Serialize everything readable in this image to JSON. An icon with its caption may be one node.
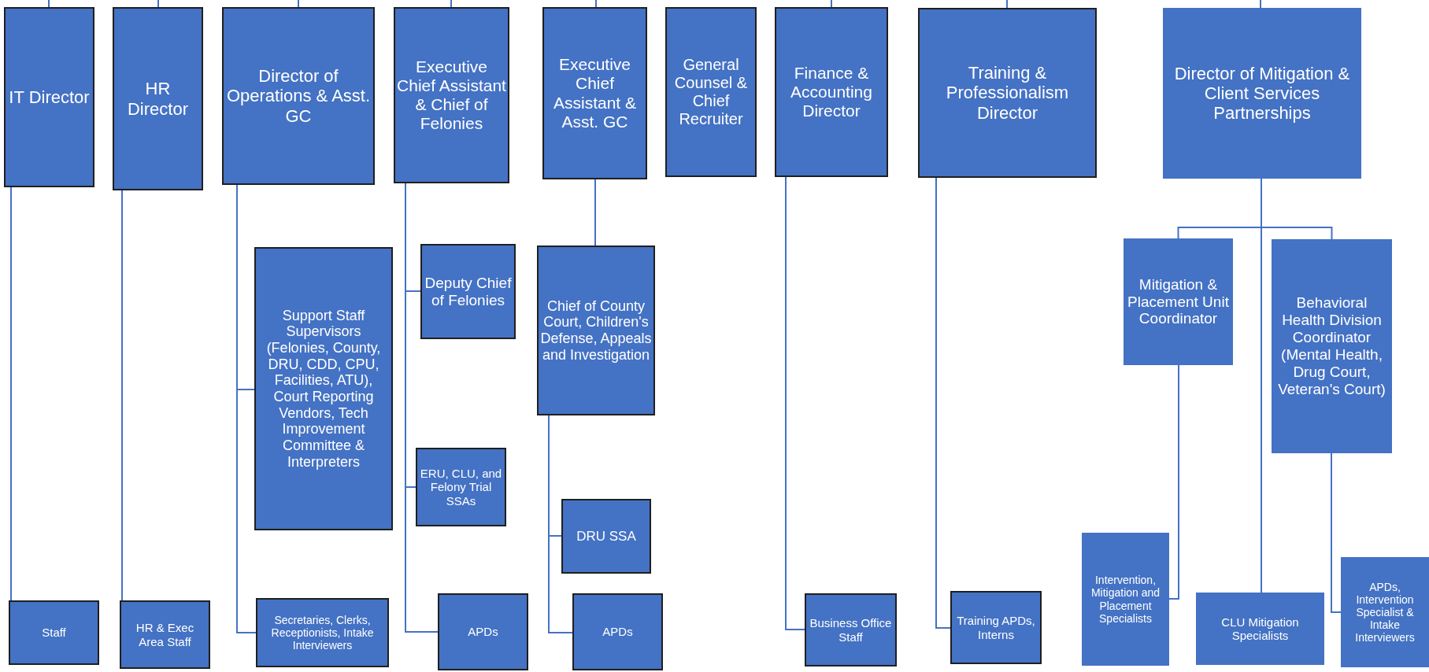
{
  "diagram": {
    "nodes": [
      {
        "text": [
          "IT Director"
        ]
      },
      {
        "text": [
          "HR Director"
        ]
      },
      {
        "text": [
          "Director of Operations & Asst. GC"
        ]
      },
      {
        "text": [
          "Executive Chief Assistant & Chief of Felonies"
        ]
      },
      {
        "text": [
          "Executive Chief Assistant & Asst. GC"
        ]
      },
      {
        "text": [
          "General Counsel & Chief Recruiter"
        ]
      },
      {
        "text": [
          "Finance & Accounting Director"
        ]
      },
      {
        "text": [
          "Training & Professionalism Director"
        ]
      },
      {
        "text": [
          "Director of Mitigation & Client Services Partnerships"
        ]
      },
      {
        "text": [
          "Support Staff Supervisors (Felonies, County, DRU, CDD, CPU, Facilities, ATU), Court Reporting Vendors, Tech Improvement Committee & Interpreters"
        ]
      },
      {
        "text": [
          "Deputy Chief of Felonies"
        ]
      },
      {
        "text": [
          "Chief of County Court, Children's Defense, Appeals and Investigation"
        ]
      },
      {
        "text": [
          "ERU, CLU, and Felony Trial SSAs"
        ]
      },
      {
        "text": [
          "DRU SSA"
        ]
      },
      {
        "text": [
          "Secretaries, Clerks, Receptionists, Intake Interviewers"
        ]
      },
      {
        "text": [
          "APDs"
        ]
      },
      {
        "text": [
          "APDs"
        ]
      },
      {
        "text": [
          "Staff"
        ]
      },
      {
        "text": [
          "HR & Exec Area Staff"
        ]
      },
      {
        "text": [
          "Mitigation & Placement Unit Coordinator"
        ]
      },
      {
        "text": [
          "Behavioral Health Division Coordinator (Mental Health, Drug Court, Veteran's Court)"
        ]
      },
      {
        "text": [
          "Business Office Staff"
        ]
      },
      {
        "text": [
          "Training APDs, Interns"
        ]
      },
      {
        "text": [
          "Intervention, Mitigation and Placement Specialists"
        ]
      },
      {
        "text": [
          "CLU Mitigation Specialists"
        ]
      },
      {
        "text": [
          "APDs, Intervention Specialist & Intake Interviewers"
        ]
      }
    ],
    "edges": [
      {
        "from": null,
        "to": 0,
        "arrow": "none"
      },
      {
        "from": null,
        "to": 1,
        "arrow": "none"
      },
      {
        "from": null,
        "to": 2,
        "arrow": "none"
      },
      {
        "from": null,
        "to": 3,
        "arrow": "none"
      },
      {
        "from": null,
        "to": 4,
        "arrow": "none"
      },
      {
        "from": null,
        "to": 6,
        "arrow": "none"
      },
      {
        "from": null,
        "to": 7,
        "arrow": "none"
      },
      {
        "from": null,
        "to": 8,
        "arrow": "none"
      },
      {
        "from": 0,
        "to": 17,
        "arrow": "none"
      },
      {
        "from": 1,
        "to": 18,
        "arrow": "none"
      },
      {
        "from": 2,
        "to": 9,
        "arrow": "none"
      },
      {
        "from": 2,
        "to": 14,
        "arrow": "none"
      },
      {
        "from": 3,
        "to": 10,
        "arrow": "none"
      },
      {
        "from": 3,
        "to": 12,
        "arrow": "none"
      },
      {
        "from": 3,
        "to": 15,
        "arrow": "none"
      },
      {
        "from": 4,
        "to": 11,
        "arrow": "none"
      },
      {
        "from": 11,
        "to": 13,
        "arrow": "none"
      },
      {
        "from": 11,
        "to": 16,
        "arrow": "none"
      },
      {
        "from": 6,
        "to": 21,
        "arrow": "none"
      },
      {
        "from": 7,
        "to": 22,
        "arrow": "none"
      },
      {
        "from": 8,
        "to": 19,
        "arrow": "none"
      },
      {
        "from": 8,
        "to": 20,
        "arrow": "none"
      },
      {
        "from": 8,
        "to": 24,
        "arrow": "none"
      },
      {
        "from": 19,
        "to": 23,
        "arrow": "none"
      },
      {
        "from": 20,
        "to": 25,
        "arrow": "none"
      }
    ]
  }
}
